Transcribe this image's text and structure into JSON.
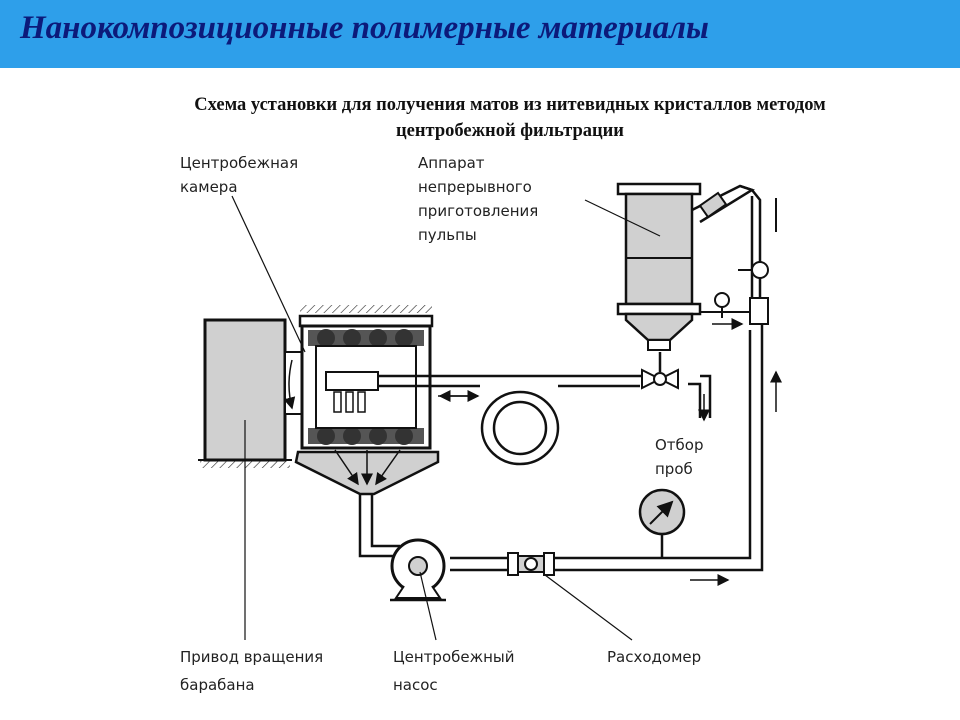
{
  "header": {
    "title": "Нанокомпозиционные полимерные материалы"
  },
  "subtitle": {
    "line1": "Схема установки для получения матов из нитевидных кристаллов методом",
    "line2": "центробежной фильтрации"
  },
  "labels": {
    "centrifugal_chamber": [
      "Центробежная",
      "камера"
    ],
    "pulp_apparatus": [
      "Аппарат",
      "непрерывного",
      "приготовления",
      "пульпы"
    ],
    "sampling": [
      "Отбор",
      "проб"
    ],
    "drum_drive": [
      "Привод вращения",
      "барабана"
    ],
    "centrifugal_pump": [
      "Центробежный",
      "насос"
    ],
    "flow_meter": [
      "Расходомер"
    ]
  },
  "colors": {
    "title_bar": "#2e9fea",
    "title_text": "#0c1a7a",
    "equipment_fill": "#d0d0d0",
    "drum_dark": "#555555"
  }
}
